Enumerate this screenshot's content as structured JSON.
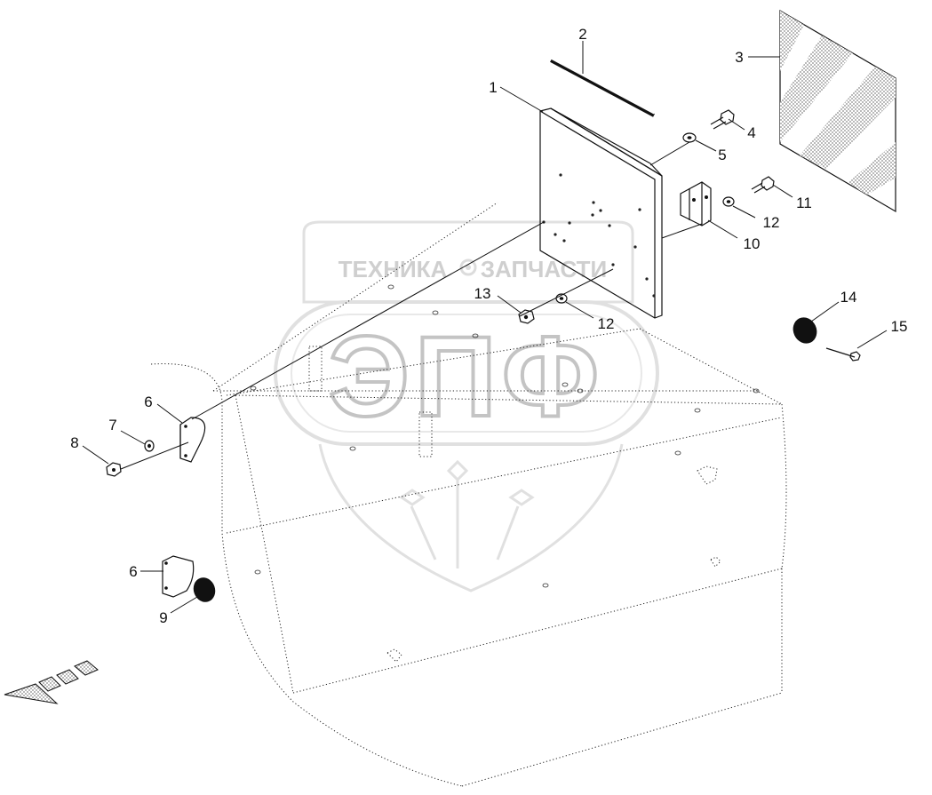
{
  "watermark": {
    "brand_top": "ТЕХНИКА",
    "brand_top_right": "ЗАПЧАСТИ",
    "logo_letters": "ЭПФ",
    "logo_text_gray": "#bdbdbd"
  },
  "callouts": [
    "1",
    "2",
    "3",
    "4",
    "5",
    "10",
    "11",
    "12",
    "13",
    "12",
    "14",
    "15",
    "6",
    "7",
    "8",
    "6",
    "9"
  ],
  "colors": {
    "line": "#111111",
    "hatch": "#9a9a9a",
    "watermark": "#c8c8c8"
  },
  "icons": [
    "direction-arrow-icon",
    "watermark-shield-icon",
    "gear-icon"
  ]
}
